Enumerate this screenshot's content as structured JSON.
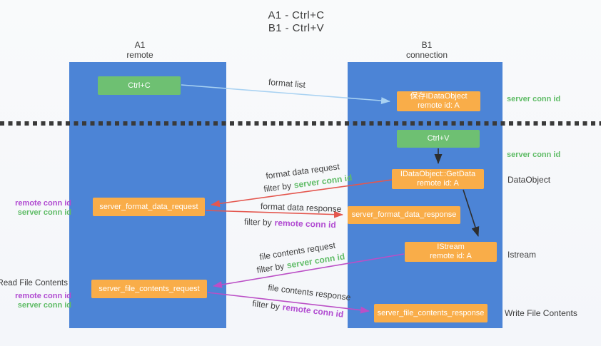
{
  "title": {
    "line1": "A1 - Ctrl+C",
    "line2": "B1 - Ctrl+V"
  },
  "lanes": {
    "left": {
      "name": "A1",
      "role": "remote"
    },
    "right": {
      "name": "B1",
      "role": "connection"
    }
  },
  "nodes": {
    "ctrl_c": {
      "label": "Ctrl+C"
    },
    "ctrl_v": {
      "label": "Ctrl+V"
    },
    "save_dataobject": {
      "line1": "保存IDataObject",
      "line2": "remote id: A"
    },
    "getdata": {
      "line1": "IDataObject::GetData",
      "line2": "remote id: A"
    },
    "istream": {
      "line1": "IStream",
      "line2": "remote id: A"
    },
    "format_request": {
      "label": "server_format_data_request"
    },
    "format_response": {
      "label": "server_format_data_response"
    },
    "file_request": {
      "label": "server_file_contents_request"
    },
    "file_response": {
      "label": "server_file_contents_response"
    }
  },
  "arrow_labels": {
    "format_list": "format list",
    "format_data_request": "format data request",
    "format_data_response": "format data response",
    "file_contents_request": "file contents request",
    "file_contents_response": "file contents response",
    "filter_by": "filter by"
  },
  "side_labels": {
    "server_conn_id": "server conn id",
    "remote_conn_id": "remote conn id",
    "dataobject": "DataObject",
    "istream": "Istream",
    "read_file_contents": "Read File Contents",
    "write_file_contents": "Write File Contents"
  },
  "colors": {
    "lane_blue": "#4c84d6",
    "node_green": "#6ec072",
    "node_orange": "#f9ad49",
    "arrow_lightblue": "#a9d2f2",
    "arrow_red": "#e4574e",
    "arrow_magenta": "#bb4fc6",
    "arrow_black": "#2d2d2d",
    "conn_id_green": "#5fbc66",
    "conn_id_purple": "#b14bd1"
  }
}
